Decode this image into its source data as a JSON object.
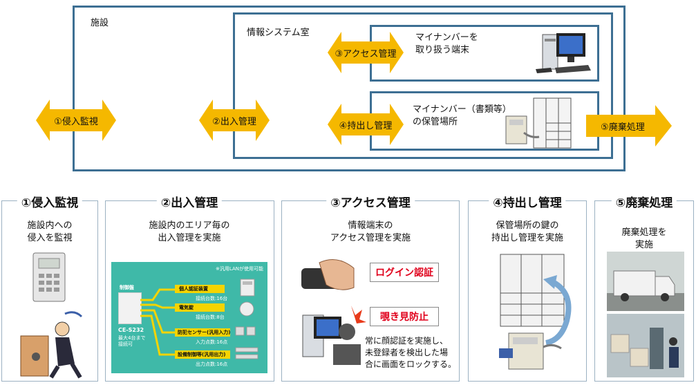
{
  "top": {
    "facility_label": "施設",
    "room_label": "情報システム室",
    "terminal_label": "マイナンバーを\n取り扱う端末",
    "storage_label": "マイナンバー（書類等）\nの保管場所",
    "arrows": {
      "intrusion": "①侵入監視",
      "entry": "②出入管理",
      "access": "③アクセス管理",
      "takeout": "④持出し管理",
      "disposal": "⑤廃棄処理"
    }
  },
  "panels": [
    {
      "title": "①侵入監視",
      "desc": "施設内への\n侵入を監視"
    },
    {
      "title": "②出入管理",
      "desc": "施設内のエリア毎の\n出入管理を実施"
    },
    {
      "title": "③アクセス管理",
      "desc": "情報端末の\nアクセス管理を実施"
    },
    {
      "title": "④持出し管理",
      "desc": "保管場所の鍵の\n持出し管理を実施"
    },
    {
      "title": "⑤廃棄処理",
      "desc": "廃棄処理を実施"
    }
  ],
  "access": {
    "login_label": "ログイン認証",
    "peep_label": "覗き見防止",
    "note": "常に顔認証を実施し、\n未登録者を検出した場\n合に画面をロックする。"
  },
  "device_diagram": {
    "header_note": "※汎用LANが使用可能",
    "controller": "制御盤",
    "model": "CE-S232",
    "model_note": "最大4台まで\n接続可",
    "items": [
      {
        "name": "個人認証装置",
        "sub": "接続台数:16台"
      },
      {
        "name": "電気錠",
        "sub": "接続台数:8台"
      },
      {
        "name": "防犯センサー(汎用入力)",
        "sub": "入力点数:16点"
      },
      {
        "name": "設備制御等(汎用出力)",
        "sub": "出力点数:16点"
      }
    ]
  },
  "colors": {
    "frame": "#3d6f93",
    "arrow": "#f5b800",
    "login_red": "#e0001b",
    "device_bg": "#3fb9a8"
  }
}
